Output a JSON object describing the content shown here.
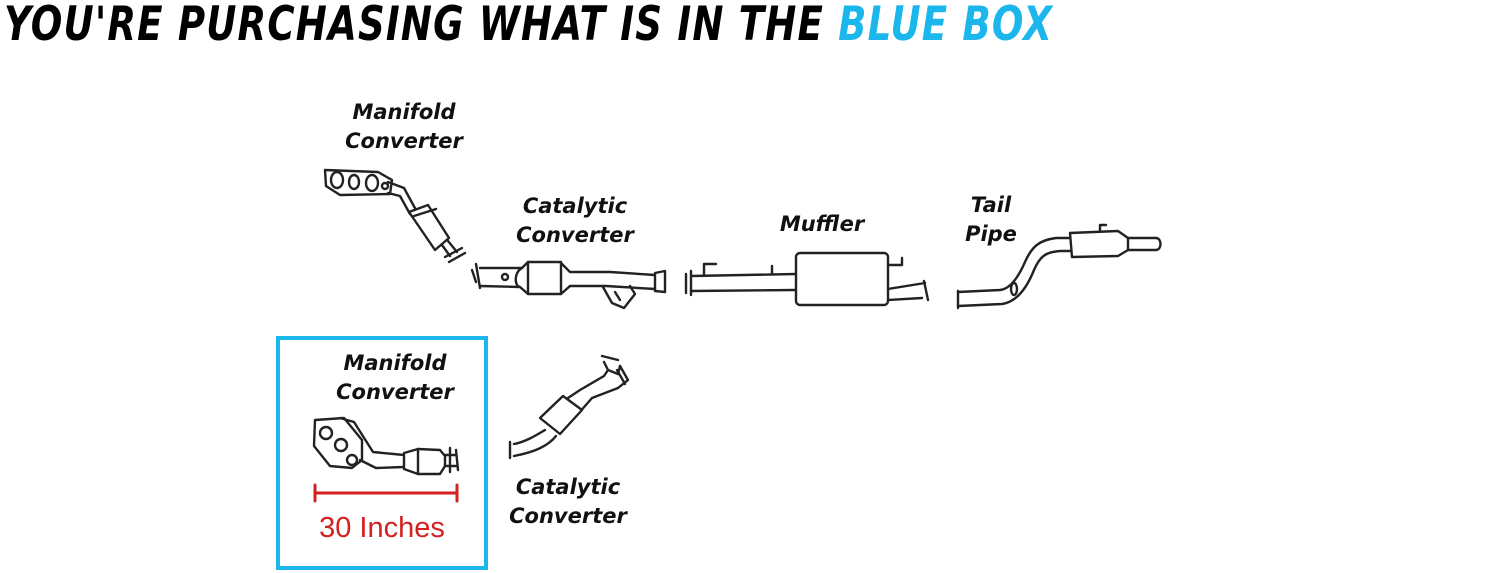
{
  "headline": {
    "prefix": "YOU'RE PURCHASING WHAT IS IN THE ",
    "highlight": "BLUE BOX"
  },
  "colors": {
    "highlight": "#1ab6ec",
    "dimension": "#d32020",
    "outline": "#222222"
  },
  "labels": {
    "manifold_top": {
      "line1": "Manifold",
      "line2": "Converter"
    },
    "catalytic_top": {
      "line1": "Catalytic",
      "line2": "Converter"
    },
    "muffler": {
      "line1": "Muffler"
    },
    "tailpipe": {
      "line1": "Tail",
      "line2": "Pipe"
    },
    "manifold_box": {
      "line1": "Manifold",
      "line2": "Converter"
    },
    "catalytic_bottom": {
      "line1": "Catalytic",
      "line2": "Converter"
    }
  },
  "dimension": {
    "label": "30 Inches"
  }
}
